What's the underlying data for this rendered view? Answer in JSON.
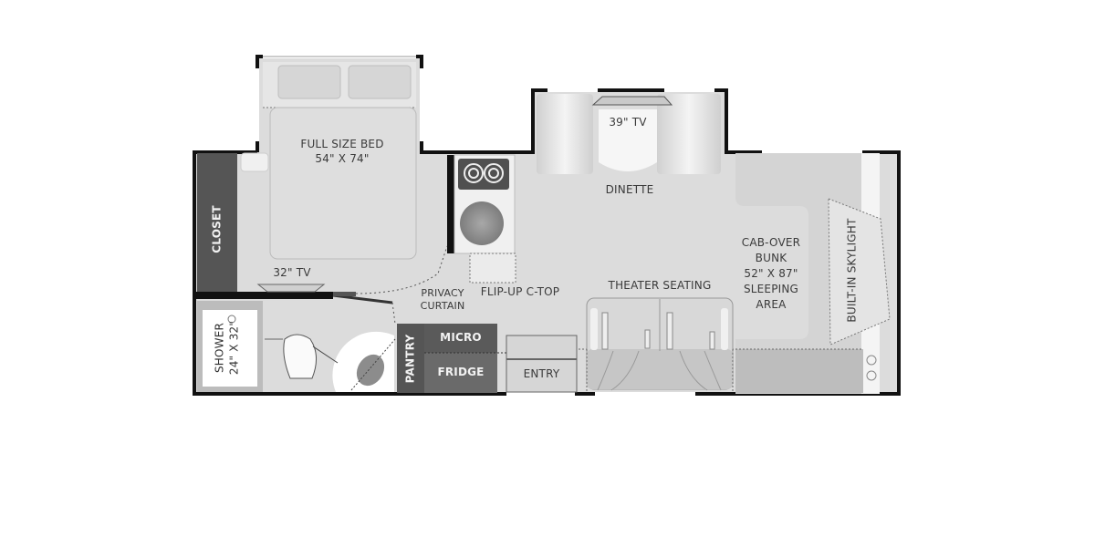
{
  "floorplan": {
    "bedroom": {
      "bed_label": "FULL SIZE BED",
      "bed_size": "54\" X 74\"",
      "closet": "CLOSET",
      "tv": "32\" TV",
      "privacy_curtain_line1": "PRIVACY",
      "privacy_curtain_line2": "CURTAIN"
    },
    "living": {
      "dinette": "DINETTE",
      "dinette_tv": "39\" TV",
      "flip_up": "FLIP-UP C-TOP",
      "theater_seating": "THEATER SEATING"
    },
    "cab": {
      "line1": "CAB-OVER",
      "line2": "BUNK",
      "line3": "52\" X 87\"",
      "line4": "SLEEPING",
      "line5": "AREA",
      "skylight": "BUILT-IN SKYLIGHT"
    },
    "bath": {
      "shower_line1": "SHOWER",
      "shower_line2": "24\" X 32\""
    },
    "kitchen": {
      "pantry": "PANTRY",
      "micro": "MICRO",
      "fridge": "FRIDGE",
      "entry": "ENTRY"
    },
    "colors": {
      "wall": "#111111",
      "floor": "#dcdcdc",
      "cabinet_dark": "#555555",
      "cabinet_mid": "#6a6a6a",
      "furniture_light": "#e8e8e8"
    }
  }
}
